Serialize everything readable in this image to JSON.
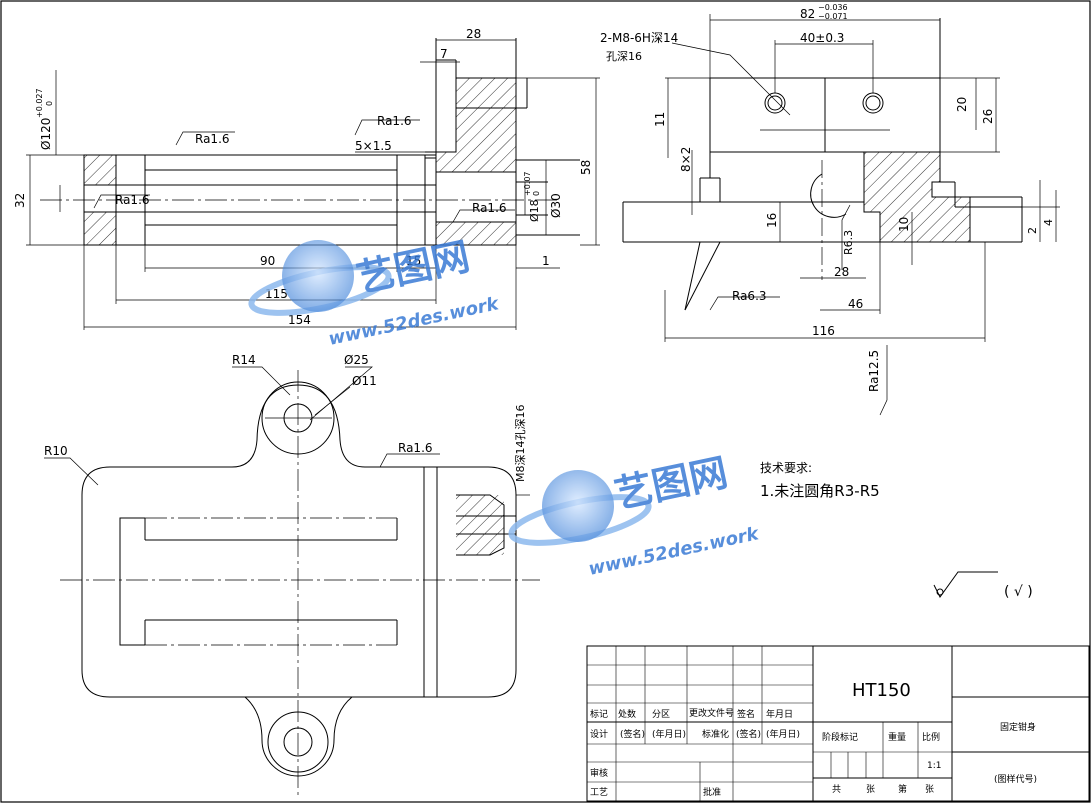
{
  "dimensions": {
    "d82": "82",
    "d82_upper": "−0.036",
    "d82_lower": "−0.071",
    "d40": "40±0.3",
    "d28_top": "28",
    "d7": "7",
    "thread": "2-M8-6H深14",
    "hole_depth": "孔深16",
    "d20": "20",
    "d26": "26",
    "d11": "11",
    "d8x2": "8×2",
    "d16": "16",
    "r63": "R6.3",
    "d10": "10",
    "d28_bot": "28",
    "d46": "46",
    "d116": "116",
    "d2": "2",
    "d4": "4",
    "d58": "58",
    "d30": "Ø30",
    "d18": "Ø18",
    "d18_tol": "+0.07",
    "d18_tol2": "0",
    "d120": "Ø120",
    "d120_upper": "+0.027",
    "d120_lower": "0",
    "d32": "32",
    "d90": "90",
    "d15": "15",
    "d1": "1",
    "d115": "115",
    "d154": "154",
    "chamfer": "5×1.5",
    "r14": "R14",
    "d25": "Ø25",
    "d11_hole": "Ø11",
    "r10": "R10",
    "m8_side": "M8深14孔深16"
  },
  "roughness": {
    "ra16": "Ra1.6",
    "ra63": "Ra6.3",
    "ra125": "Ra12.5"
  },
  "notes": {
    "title": "技术要求:",
    "line1": "1.未注圆角R3-R5",
    "symbol_bracket": "( √ )"
  },
  "title_block": {
    "material": "HT150",
    "part_name": "固定钳身",
    "drawing_no": "(图样代号)",
    "scale": "1:1",
    "h_mark": "标记",
    "h_count": "处数",
    "h_zone": "分区",
    "h_doc": "更改文件号",
    "h_sign": "签名",
    "h_date": "年月日",
    "h_design": "设计",
    "h_sig2": "(签名)",
    "h_date2": "(年月日)",
    "h_std": "标准化",
    "h_sig3": "(签名)",
    "h_date3": "(年月日)",
    "h_stage": "阶段标记",
    "h_weight": "重量",
    "h_ratio": "比例",
    "h_review": "审核",
    "h_process": "工艺",
    "h_approve": "批准",
    "h_total": "共",
    "h_sheet": "张",
    "h_no": "第",
    "h_sheet2": "张"
  },
  "watermark": {
    "brand": "艺图网",
    "url": "www.52des.work"
  }
}
